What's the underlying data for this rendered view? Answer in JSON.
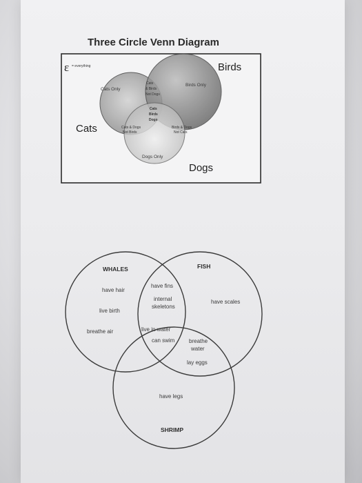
{
  "diagram1": {
    "title": "Three Circle Venn Diagram",
    "universe_symbol": "ε",
    "universe_label": "= everything",
    "sets": {
      "a": "Cats",
      "b": "Birds",
      "c": "Dogs"
    },
    "regions": {
      "cats_only": "Cats Only",
      "birds_only": "Birds Only",
      "dogs_only": "Dogs Only",
      "cats_birds_not_dogs": [
        "Cats",
        "& Birds",
        "Not Dogs"
      ],
      "cats_dogs_not_birds": [
        "Cats & Dogs",
        "Not Birds"
      ],
      "birds_dogs_not_cats": [
        "Birds & Dogs",
        "Not Cats"
      ],
      "all_three": [
        "Cats",
        "Birds",
        "Dogs"
      ]
    }
  },
  "diagram2": {
    "sets": {
      "a": "WHALES",
      "b": "FISH",
      "c": "SHRIMP"
    },
    "items": {
      "have_hair": "have hair",
      "live_birth": "live birth",
      "breathe_air": "breathe air",
      "have_fins": "have fins",
      "internal": "internal",
      "skeletons": "skeletons",
      "have_scales": "have scales",
      "live_in_water": "live in water",
      "can_swim": "can swim",
      "breathe": "breathe",
      "water": "water",
      "lay_eggs": "lay eggs",
      "have_legs": "have legs"
    }
  }
}
